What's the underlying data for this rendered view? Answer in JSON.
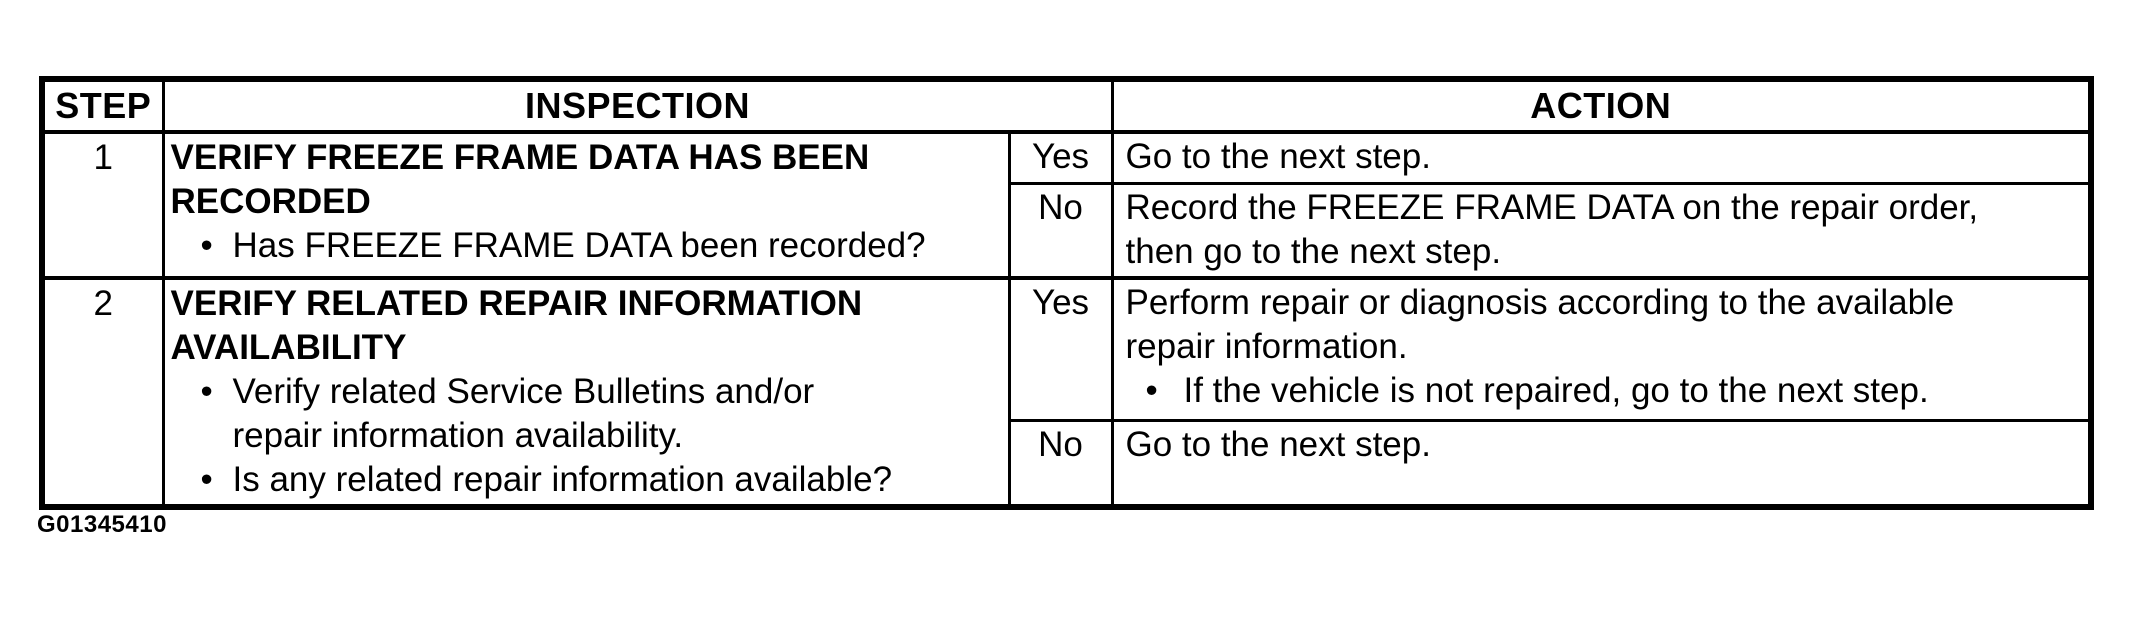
{
  "icons": {
    "bullet_glyph": "•"
  },
  "figure_code": "G01345410",
  "table": {
    "headers": {
      "step": "STEP",
      "inspection": "INSPECTION",
      "action": "ACTION"
    },
    "rows": [
      {
        "step": "1",
        "title": "VERIFY FREEZE FRAME DATA HAS BEEN\nRECORDED",
        "bullets": [
          "Has FREEZE FRAME DATA been recorded?"
        ],
        "branches": [
          {
            "answer": "Yes",
            "action_text": "Go to the next step.",
            "action_bullets": []
          },
          {
            "answer": "No",
            "action_text": "Record the FREEZE FRAME DATA on the repair order,\nthen go to the next step.",
            "action_bullets": []
          }
        ]
      },
      {
        "step": "2",
        "title": "VERIFY RELATED REPAIR INFORMATION\nAVAILABILITY",
        "bullets": [
          "Verify related Service Bulletins and/or\nrepair information availability.",
          "Is any related repair information available?"
        ],
        "branches": [
          {
            "answer": "Yes",
            "action_text": "Perform repair or diagnosis according to the available\nrepair information.",
            "action_bullets": [
              "If the vehicle is not repaired, go to the next step."
            ]
          },
          {
            "answer": "No",
            "action_text": "Go to the next step.",
            "action_bullets": []
          }
        ]
      }
    ]
  }
}
